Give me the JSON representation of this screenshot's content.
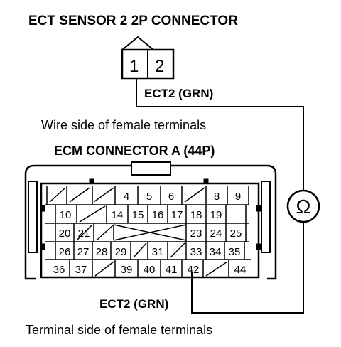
{
  "titles": {
    "sensor_connector": "ECT SENSOR 2 2P CONNECTOR",
    "wire_side": "Wire side of female terminals",
    "ecm_connector": "ECM CONNECTOR A (44P)",
    "terminal_side": "Terminal side of female terminals"
  },
  "labels": {
    "ect2_top": "ECT2 (GRN)",
    "ect2_bottom": "ECT2 (GRN)",
    "ohmmeter": "Ω"
  },
  "sensor_pins": [
    "1",
    "2"
  ],
  "ecm_pins": {
    "row1": [
      "",
      "",
      "",
      "4",
      "5",
      "6",
      "",
      "8",
      "9"
    ],
    "row2": [
      "10",
      "",
      "",
      "14",
      "15",
      "16",
      "17",
      "18",
      "19"
    ],
    "row3": [
      "20",
      "21",
      "",
      "",
      "",
      "",
      "23",
      "24",
      "25"
    ],
    "row4": [
      "26",
      "27",
      "28",
      "29",
      "",
      "31",
      "",
      "33",
      "34",
      "35"
    ],
    "row5": [
      "36",
      "37",
      "",
      "39",
      "40",
      "41",
      "42",
      "",
      "44"
    ]
  },
  "colors": {
    "line": "#000000",
    "background": "#ffffff"
  }
}
